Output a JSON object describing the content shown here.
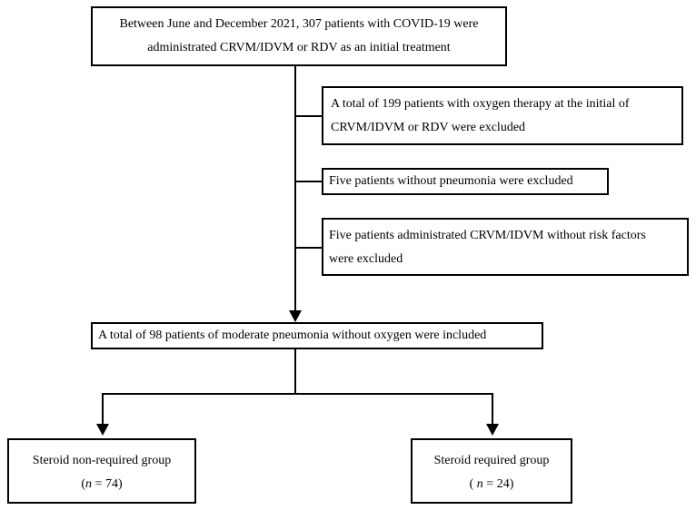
{
  "boxes": {
    "start": [
      "Between June and December 2021, 307 patients with COVID-19 were",
      "administrated CRVM/IDVM or RDV as an initial treatment"
    ],
    "exclusion_1": [
      "A total of 199 patients with oxygen therapy at the initial of",
      "CRVM/IDVM or RDV were excluded"
    ],
    "exclusion_2": [
      "Five patients without pneumonia were excluded"
    ],
    "exclusion_3": [
      "Five patients administrated CRVM/IDVM without risk factors",
      "were excluded"
    ],
    "included": [
      "A total of 98 patients of moderate pneumonia without oxygen were included"
    ],
    "group_a": {
      "title": "Steroid non-required group",
      "n_label": "n",
      "n_value": "= 74)",
      "open": "("
    },
    "group_b": {
      "title": "Steroid required group",
      "n_label": "n",
      "n_value": "= 24)",
      "open": "("
    }
  }
}
